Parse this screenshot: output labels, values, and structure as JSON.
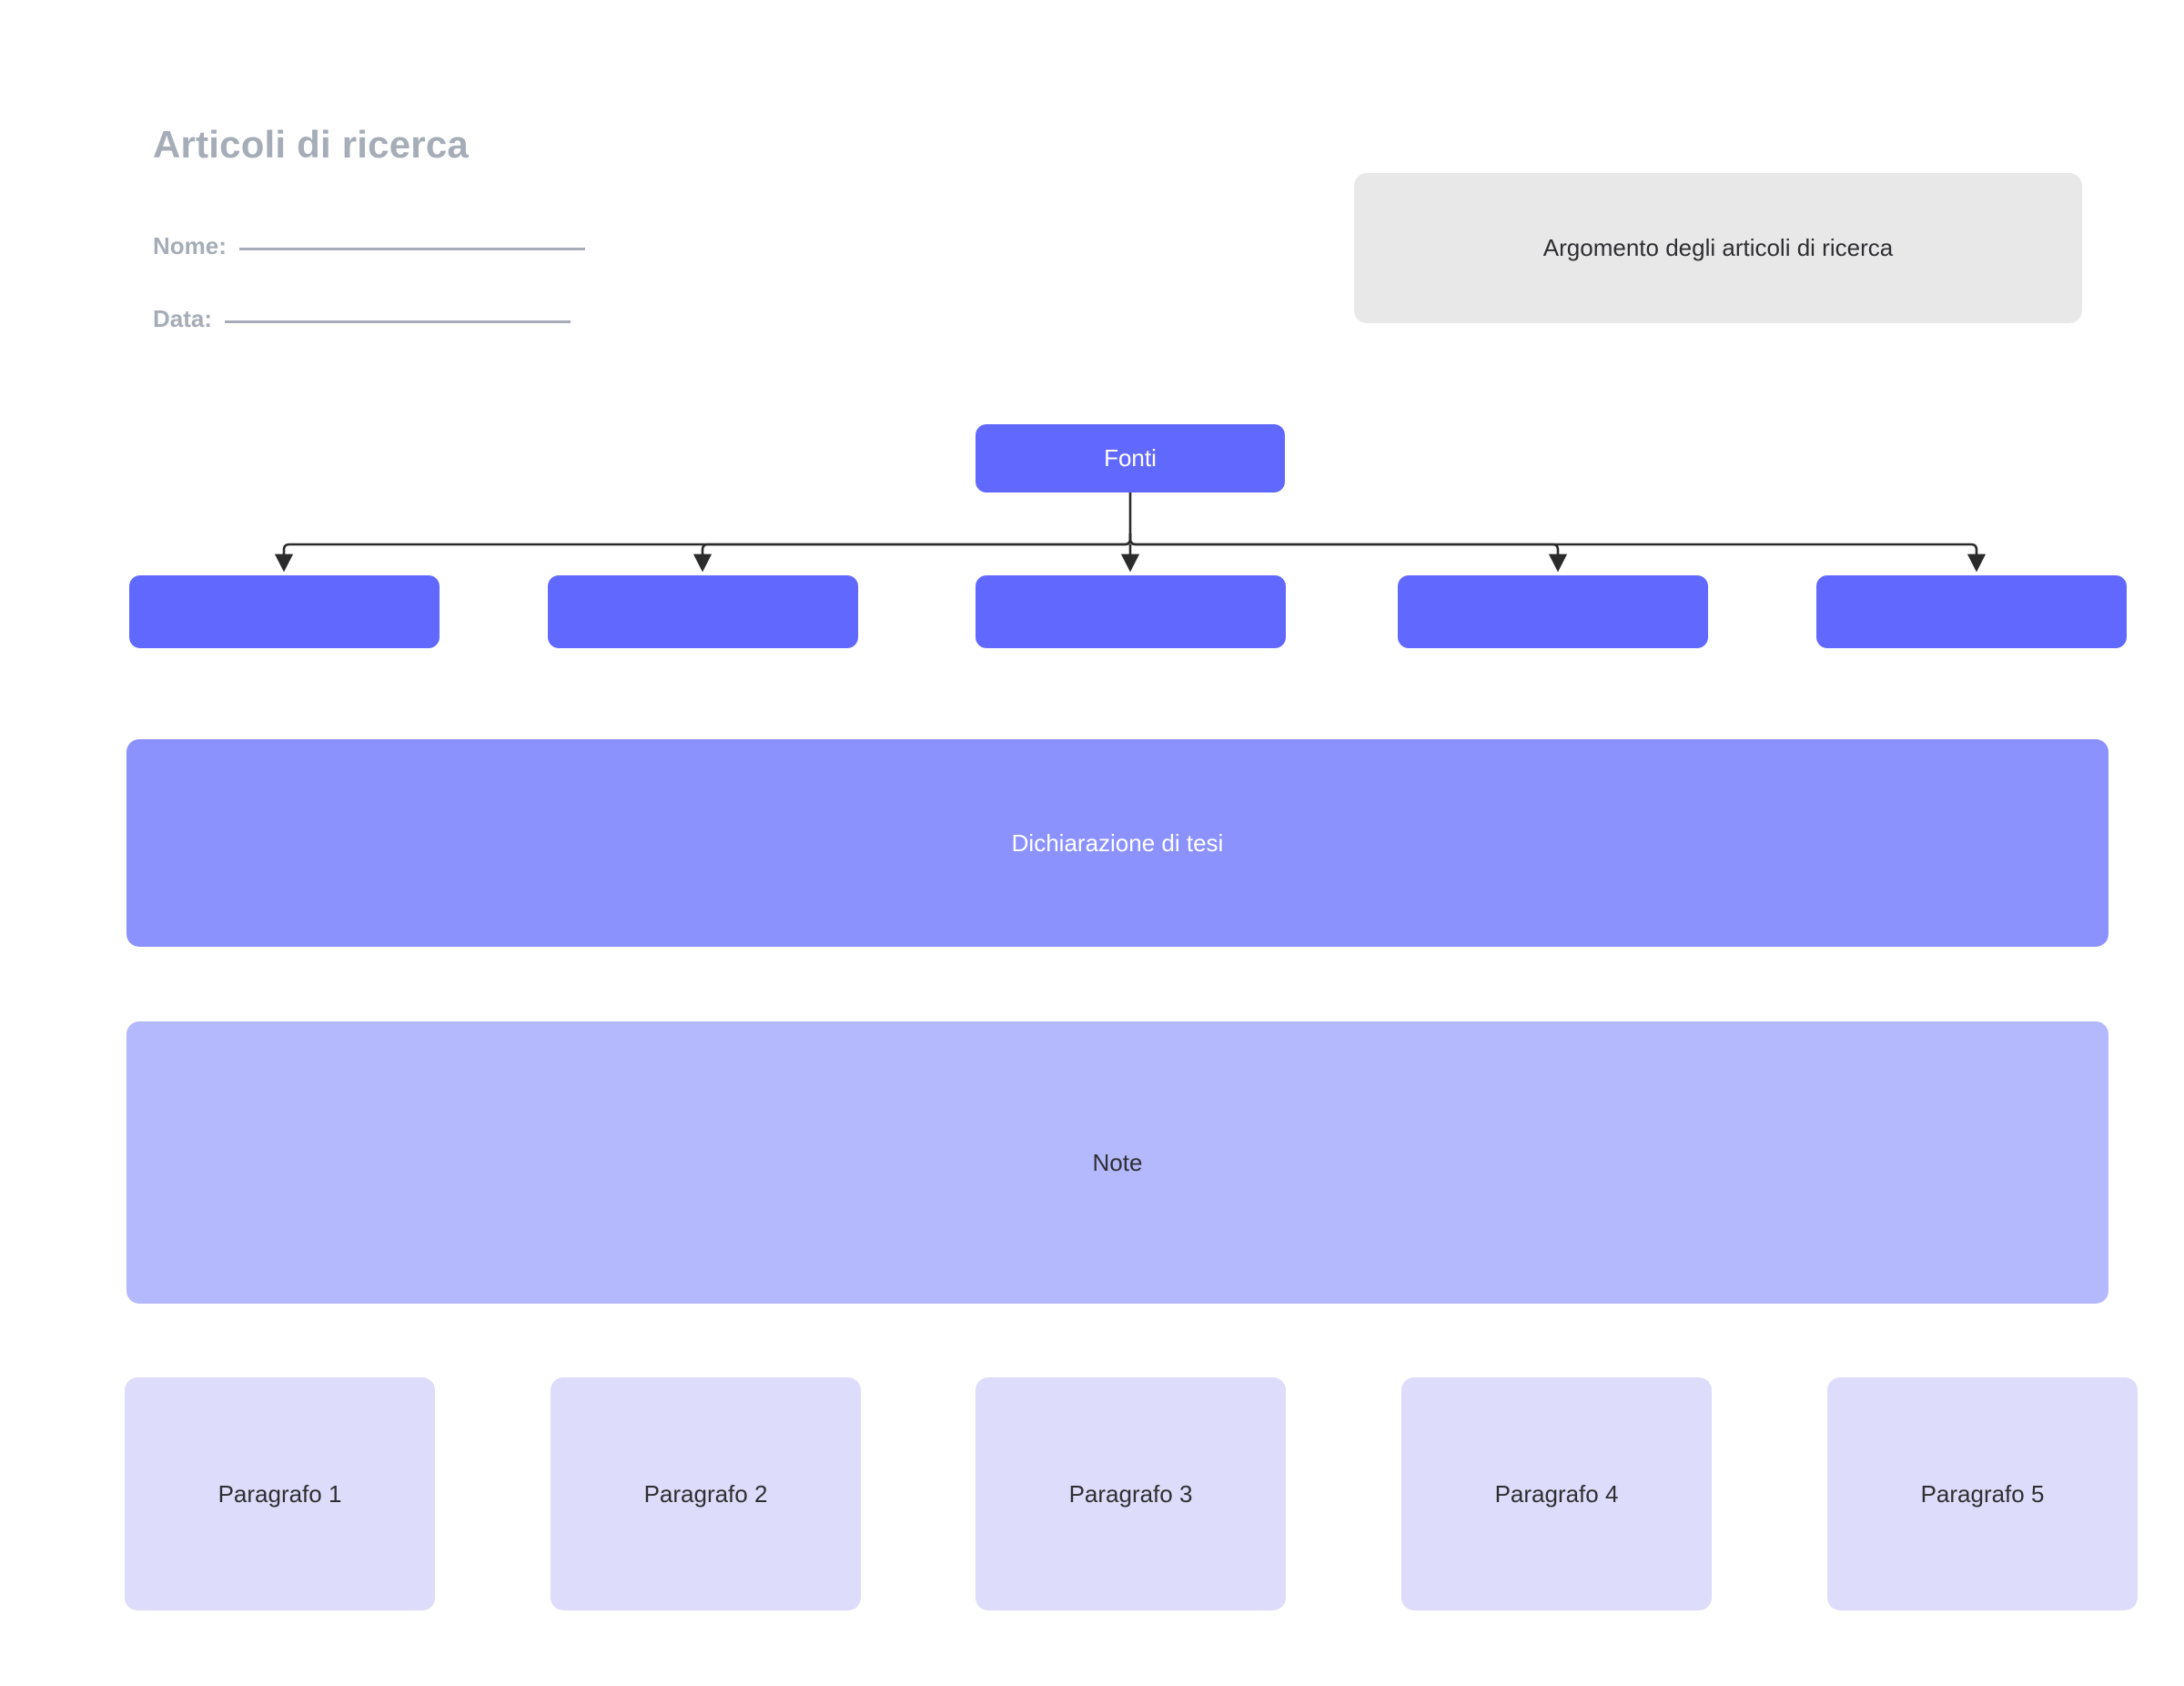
{
  "page": {
    "background": "#ffffff",
    "title": "Articoli di ricerca"
  },
  "header": {
    "title": "Articoli di ricerca",
    "fields": [
      {
        "label": "Nome:",
        "value": ""
      },
      {
        "label": "Data:",
        "value": ""
      }
    ]
  },
  "topic": {
    "text": "Argomento degli articoli di ricerca",
    "color": "#e8e8e8"
  },
  "diagram": {
    "root": {
      "label": "Fonti",
      "color": "#6168fd",
      "text_color": "#ffffff"
    },
    "branches": [
      {
        "label": "",
        "color": "#6168fd"
      },
      {
        "label": "",
        "color": "#6168fd"
      },
      {
        "label": "",
        "color": "#6168fd"
      },
      {
        "label": "",
        "color": "#6168fd"
      },
      {
        "label": "",
        "color": "#6168fd"
      }
    ],
    "connector_color": "#2b2b2b"
  },
  "thesis": {
    "label": "Dichiarazione di tesi",
    "color": "#8b91fd",
    "text_color": "#ffffff"
  },
  "notes": {
    "label": "Note",
    "color": "#b4b8fd",
    "text_color": "#2f2f33"
  },
  "paragraphs": {
    "color": "#dddcfb",
    "text_color": "#2f2f33",
    "items": [
      {
        "label": "Paragrafo 1"
      },
      {
        "label": "Paragrafo 2"
      },
      {
        "label": "Paragrafo 3"
      },
      {
        "label": "Paragrafo 4"
      },
      {
        "label": "Paragrafo 5"
      }
    ]
  }
}
